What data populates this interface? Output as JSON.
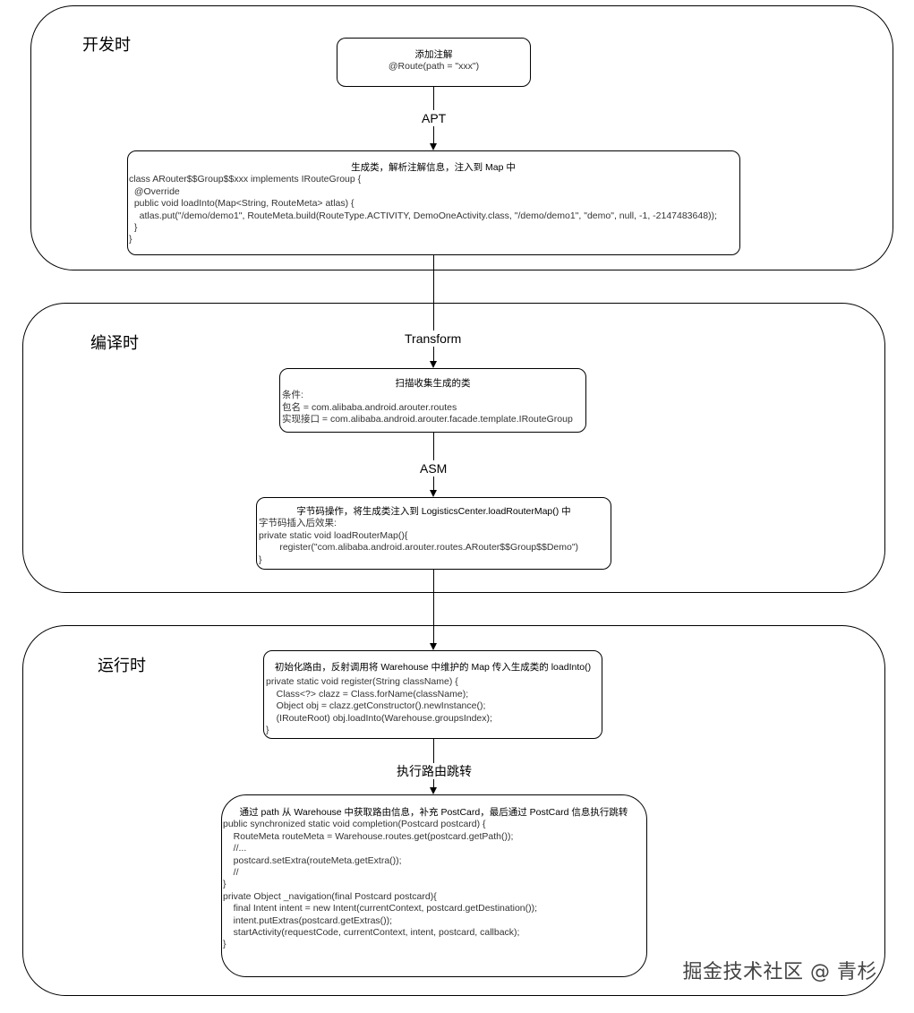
{
  "phases": {
    "dev": "开发时",
    "compile": "编译时",
    "runtime": "运行时"
  },
  "nodes": {
    "annotation": {
      "title": "添加注解",
      "lines": [
        "@Route(path = \"xxx\")"
      ]
    },
    "generate": {
      "title": "生成类，解析注解信息，注入到 Map 中",
      "lines": [
        "class ARouter$$Group$$xxx implements IRouteGroup {",
        "  @Override",
        "  public void loadInto(Map<String, RouteMeta> atlas) {",
        "    atlas.put(\"/demo/demo1\", RouteMeta.build(RouteType.ACTIVITY, DemoOneActivity.class, \"/demo/demo1\", \"demo\", null, -1, -2147483648));",
        "  }",
        "}"
      ]
    },
    "scan": {
      "title": "扫描收集生成的类",
      "lines": [
        "条件:",
        "包名 = com.alibaba.android.arouter.routes",
        "实现接口 = com.alibaba.android.arouter.facade.template.IRouteGroup"
      ]
    },
    "bytecode": {
      "title": "字节码操作，将生成类注入到 LogisticsCenter.loadRouterMap() 中",
      "lines": [
        "字节码插入后效果:",
        "private static void loadRouterMap(){",
        "        register(\"com.alibaba.android.arouter.routes.ARouter$$Group$$Demo\")",
        "}"
      ]
    },
    "init": {
      "title": "初始化路由，反射调用将 Warehouse 中维护的 Map 传入生成类的 loadInto()",
      "lines": [
        "private static void register(String className) {",
        "    Class<?> clazz = Class.forName(className);",
        "    Object obj = clazz.getConstructor().newInstance();",
        "    (IRouteRoot) obj.loadInto(Warehouse.groupsIndex);",
        "}"
      ]
    },
    "navigate": {
      "title": "通过 path 从 Warehouse 中获取路由信息，补充 PostCard，最后通过 PostCard 信息执行跳转",
      "lines": [
        "",
        "public synchronized static void completion(Postcard postcard) {",
        "    RouteMeta routeMeta = Warehouse.routes.get(postcard.getPath());",
        "    //...",
        "    postcard.setExtra(routeMeta.getExtra());",
        "    //",
        "}",
        "",
        "private Object _navigation(final Postcard postcard){",
        "    final Intent intent = new Intent(currentContext, postcard.getDestination());",
        "    intent.putExtras(postcard.getExtras());",
        "    startActivity(requestCode, currentContext, intent, postcard, callback);",
        "}"
      ]
    }
  },
  "edges": {
    "apt": "APT",
    "transform": "Transform",
    "asm": "ASM",
    "execute": "执行路由跳转"
  },
  "watermark": "掘金技术社区 @ 青杉"
}
